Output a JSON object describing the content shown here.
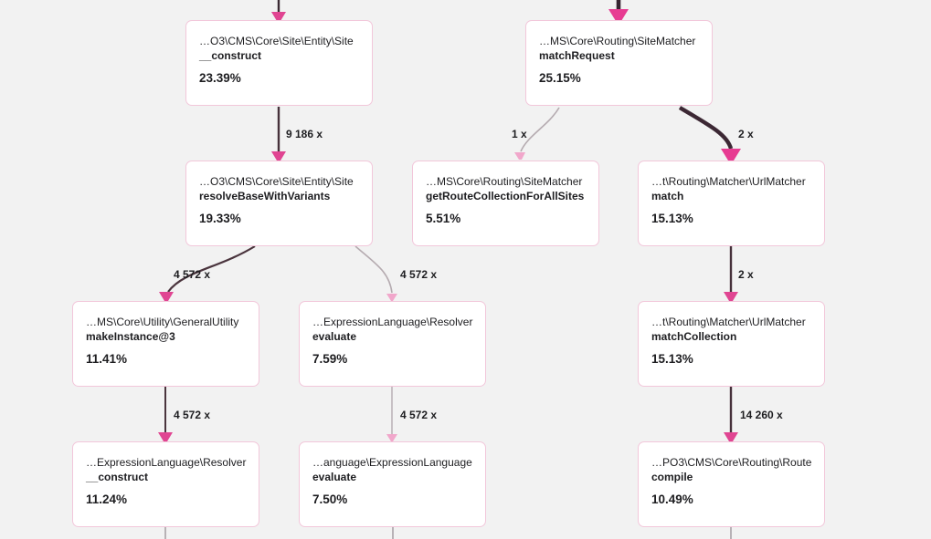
{
  "colors": {
    "background": "#f2f2f2",
    "node_fill": "#ffffff",
    "node_border": "#f2c7da",
    "text": "#1d1d20",
    "edge_dark": "#46313b",
    "edge_thick": "#3c2834",
    "edge_light": "#b5abb0",
    "edge_exit": "#aaa2a6",
    "arrow_bright": "#e73c92",
    "arrow_medium": "#e04592",
    "arrow_light": "#f1a7cb"
  },
  "nodes": [
    {
      "path": "…O3\\CMS\\Core\\Site\\Entity\\Site",
      "method": "__construct",
      "percent": "23.39%"
    },
    {
      "path": "…MS\\Core\\Routing\\SiteMatcher",
      "method": "matchRequest",
      "percent": "25.15%"
    },
    {
      "path": "…O3\\CMS\\Core\\Site\\Entity\\Site",
      "method": "resolveBaseWithVariants",
      "percent": "19.33%"
    },
    {
      "path": "…MS\\Core\\Routing\\SiteMatcher",
      "method": "getRouteCollectionForAllSites",
      "percent": "5.51%"
    },
    {
      "path": "…t\\Routing\\Matcher\\UrlMatcher",
      "method": "match",
      "percent": "15.13%"
    },
    {
      "path": "…MS\\Core\\Utility\\GeneralUtility",
      "method": "makeInstance@3",
      "percent": "11.41%"
    },
    {
      "path": "…ExpressionLanguage\\Resolver",
      "method": "evaluate",
      "percent": "7.59%"
    },
    {
      "path": "…t\\Routing\\Matcher\\UrlMatcher",
      "method": "matchCollection",
      "percent": "15.13%"
    },
    {
      "path": "…ExpressionLanguage\\Resolver",
      "method": "__construct",
      "percent": "11.24%"
    },
    {
      "path": "…anguage\\ExpressionLanguage",
      "method": "evaluate",
      "percent": "7.50%"
    },
    {
      "path": "…PO3\\CMS\\Core\\Routing\\Route",
      "method": "compile",
      "percent": "10.49%"
    }
  ],
  "edge_labels": [
    {
      "count": "9 186 x"
    },
    {
      "count": "1 x"
    },
    {
      "count": "2 x"
    },
    {
      "count": "4 572 x"
    },
    {
      "count": "4 572 x"
    },
    {
      "count": "2 x"
    },
    {
      "count": "4 572 x"
    },
    {
      "count": "4 572 x"
    },
    {
      "count": "14 260 x"
    }
  ]
}
